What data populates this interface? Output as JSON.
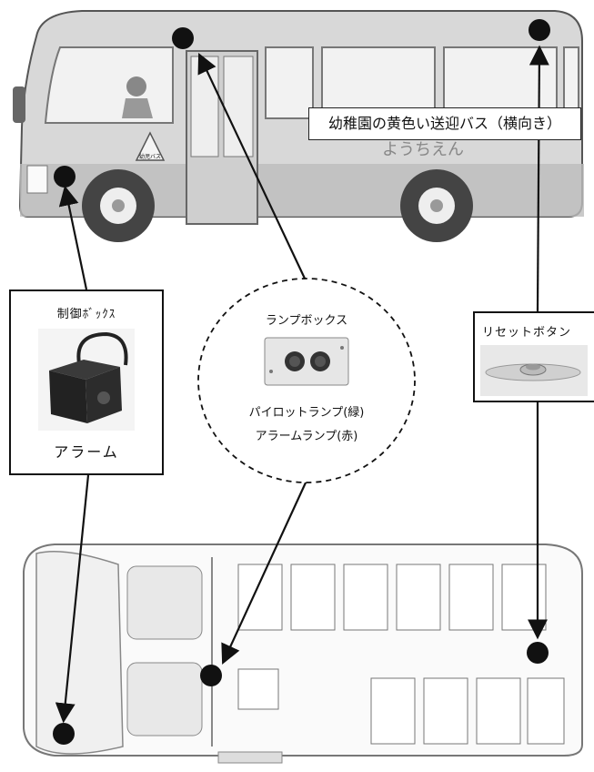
{
  "bus_title": "幼稚園の黄色い送迎バス（横向き）",
  "bus_side_signs": {
    "kindergarten_sign": "幼児バス",
    "body_text": "ようちえん"
  },
  "control_box": {
    "title": "制御ﾎﾞｯｸｽ",
    "caption": "アラーム"
  },
  "lamp_box": {
    "title": "ランプボックス",
    "pilot_lamp": "パイロットランプ(緑)",
    "alarm_lamp": "アラームランプ(赤)"
  },
  "reset_button": {
    "title": "リセットボタン"
  },
  "colors": {
    "line": "#111111",
    "bus_body": "#d8d8d8",
    "bus_lower": "#bdbdbd",
    "window": "#f2f2f2"
  }
}
